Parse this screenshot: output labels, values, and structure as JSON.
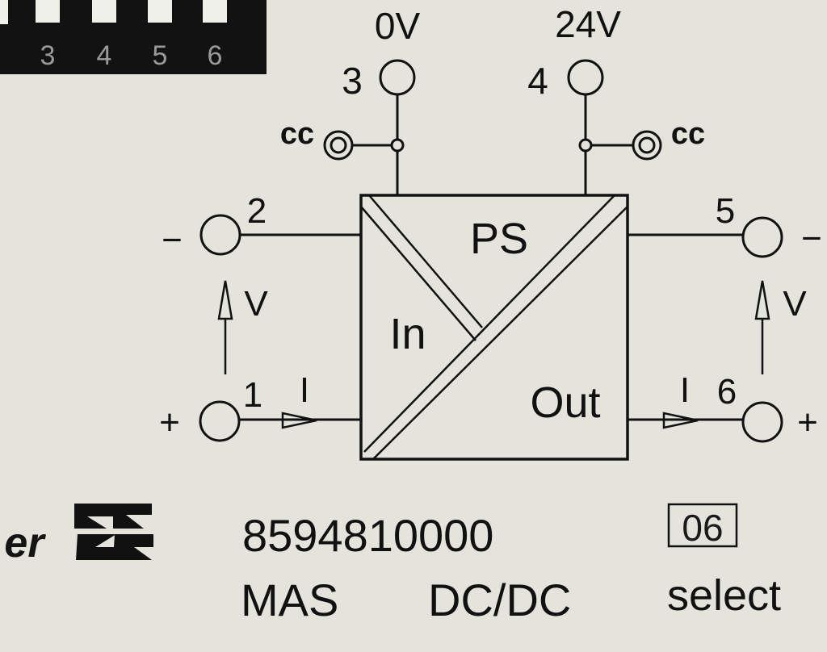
{
  "switch_bank": {
    "numbers": [
      "3",
      "4",
      "5",
      "6"
    ]
  },
  "supply": {
    "terminal_3": {
      "number": "3",
      "voltage": "0V",
      "cc": "cc"
    },
    "terminal_4": {
      "number": "4",
      "voltage": "24V",
      "cc": "cc"
    }
  },
  "module": {
    "label_ps": "PS",
    "label_in": "In",
    "label_out": "Out"
  },
  "input": {
    "terminal_2": {
      "number": "2",
      "polarity": "−"
    },
    "terminal_1": {
      "number": "1",
      "polarity": "+"
    },
    "voltage_label": "V",
    "current_label": "I"
  },
  "output": {
    "terminal_5": {
      "number": "5",
      "polarity": "−"
    },
    "terminal_6": {
      "number": "6",
      "polarity": "+"
    },
    "voltage_label": "V",
    "current_label": "I"
  },
  "footer": {
    "brand_fragment": "er",
    "part_number": "8594810000",
    "product_name": "MAS",
    "product_type": "DC/DC",
    "boxed_code": "06",
    "select_label": "select"
  },
  "colors": {
    "background": "#e4e4dc",
    "ink": "#111111",
    "switch_bank": "#121212",
    "switch_key": "#f0f0ea"
  }
}
